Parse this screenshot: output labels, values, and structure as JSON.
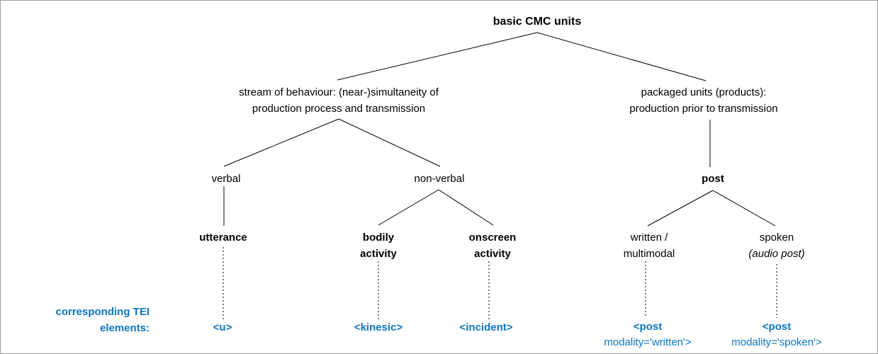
{
  "colors": {
    "tei_blue": "#0d76c3",
    "line_black": "#000000",
    "canvas_border": "#9e9e9e",
    "background": "#ffffff"
  },
  "tree": {
    "root": "basic CMC units",
    "stream_line1": "stream of behaviour: (near-)simultaneity of",
    "stream_line2": "production process and transmission",
    "packaged_line1": "packaged units (products):",
    "packaged_line2": "production prior to transmission",
    "verbal": "verbal",
    "nonverbal": "non-verbal",
    "utterance": "utterance",
    "bodily_line1": "bodily",
    "bodily_line2": "activity",
    "onscreen_line1": "onscreen",
    "onscreen_line2": "activity",
    "post": "post",
    "written_line1": "written /",
    "written_line2": "multimodal",
    "spoken_line1": "spoken",
    "spoken_line2": "(audio post)"
  },
  "tei_row": {
    "caption_line1": "corresponding TEI",
    "caption_line2": "elements:",
    "u": "<u>",
    "kinesic": "<kinesic>",
    "incident": "<incident>",
    "post_written_tag": "<post",
    "post_written_attr": "modality='written'>",
    "post_spoken_tag": "<post",
    "post_spoken_attr": "modality='spoken'>"
  }
}
